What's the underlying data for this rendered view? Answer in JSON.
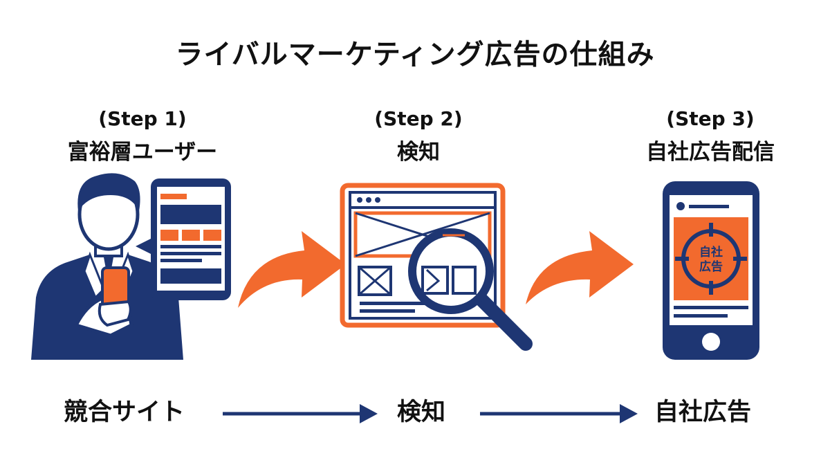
{
  "title": "ライバルマーケティング広告の仕組み",
  "steps": [
    {
      "num": "(Step 1)",
      "name": "富裕層ユーザー"
    },
    {
      "num": "(Step 2)",
      "name": "検知"
    },
    {
      "num": "(Step 3)",
      "name": "自社広告配信"
    }
  ],
  "flow": [
    "競合サイト",
    "検知",
    "自社広告"
  ],
  "ad_badge": {
    "line1": "自社",
    "line2": "広告"
  },
  "colors": {
    "navy": "#1e3673",
    "orange": "#f26a2e",
    "text": "#111111"
  },
  "icons": [
    "businessman-icon",
    "tablet-icon",
    "browser-window-icon",
    "magnifier-icon",
    "smartphone-icon",
    "target-icon",
    "curved-arrow-icon",
    "flow-arrow-icon"
  ]
}
